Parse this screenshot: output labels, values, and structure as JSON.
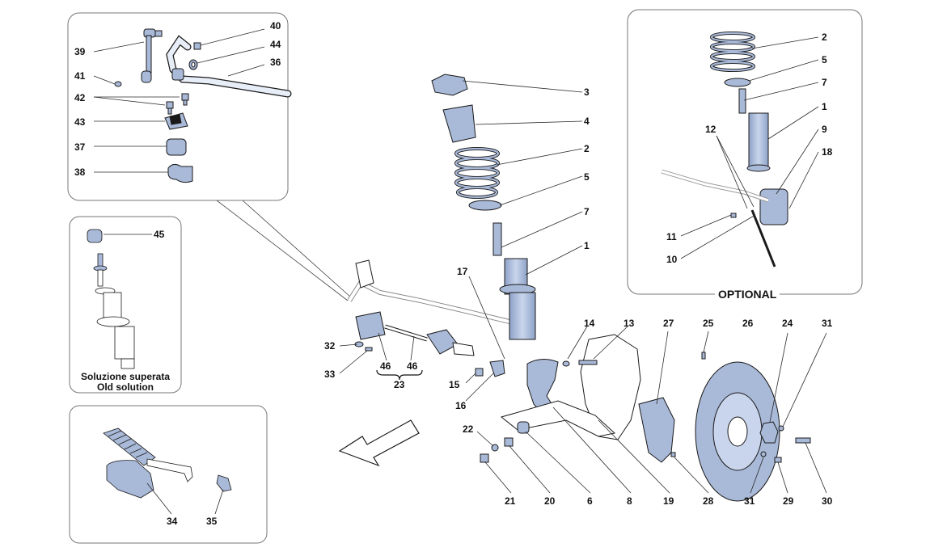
{
  "optional_label": "OPTIONAL",
  "old_solution_label_it": "Soluzione superata",
  "old_solution_label_en": "Old solution",
  "colors": {
    "part_fill": "#a9b9d8",
    "part_stroke": "#1a1a1a",
    "leader": "#2a2a2a",
    "frame": "#777777"
  },
  "callouts": {
    "c40": "40",
    "c39": "39",
    "c44": "44",
    "c36": "36",
    "c41": "41",
    "c42": "42",
    "c43": "43",
    "c37": "37",
    "c38": "38",
    "c45": "45",
    "c3": "3",
    "c4": "4",
    "c2": "2",
    "c5": "5",
    "c7": "7",
    "c1": "1",
    "c17": "17",
    "o2": "2",
    "o5": "5",
    "o7": "7",
    "o1": "1",
    "o12": "12",
    "o9": "9",
    "o18": "18",
    "o11": "11",
    "o10": "10",
    "c14": "14",
    "c13": "13",
    "c27": "27",
    "c25": "25",
    "c26": "26",
    "c24": "24",
    "c31a": "31",
    "c32": "32",
    "c33": "33",
    "c46a": "46",
    "c46b": "46",
    "c23": "23",
    "c15": "15",
    "c16": "16",
    "c22": "22",
    "c21": "21",
    "c20": "20",
    "c6": "6",
    "c8": "8",
    "c19": "19",
    "c28": "28",
    "c31b": "31",
    "c29": "29",
    "c30": "30",
    "c34": "34",
    "c35": "35"
  }
}
